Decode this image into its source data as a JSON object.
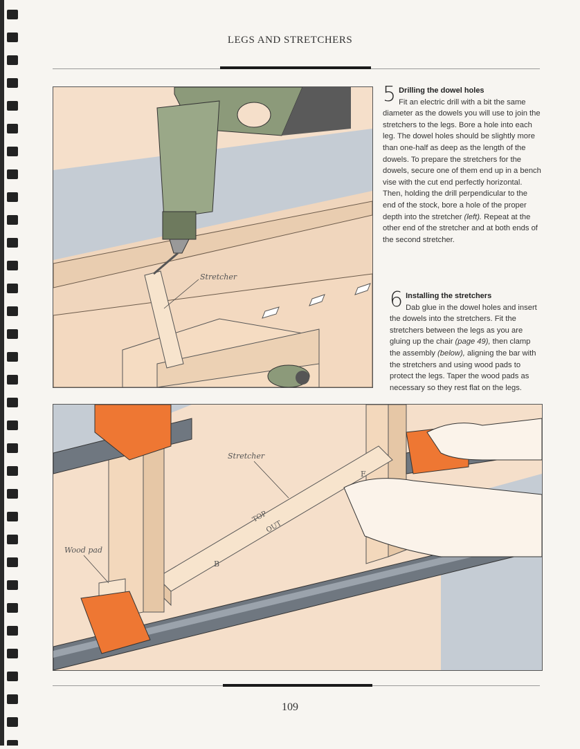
{
  "header": {
    "title": "LEGS AND STRETCHERS"
  },
  "steps": [
    {
      "number": "5",
      "title": "Drilling the dowel holes",
      "text_1": "Fit an electric drill with a bit the same diameter as the dowels you will use to join the stretchers to the legs. Bore a hole into each leg. The dowel holes should be slightly more than one-half as deep as the length of the dowels. To prepare the stretchers for the dowels, secure one of them end up in a bench vise with the cut end perfectly horizontal. Then, holding the drill perpendicular to the end of the stock, bore a hole of the proper depth into the stretcher",
      "ref": "(left).",
      "text_2": "Repeat at the other end of the stretcher and at both ends of the second stretcher."
    },
    {
      "number": "6",
      "title": "Installing the stretchers",
      "text_1": "Dab glue in the dowel holes and insert the dowels into the stretchers. Fit the stretchers between the legs as you are gluing up the chair",
      "ref_1": "(page 49),",
      "text_2": "then clamp the assembly",
      "ref_2": "(below),",
      "text_3": "aligning the bar with the stretchers and using wood pads to protect the legs. Taper the wood pads as necessary so they rest flat on the legs."
    }
  ],
  "figures": {
    "top": {
      "labels": {
        "stretcher": "Stretcher"
      }
    },
    "bottom": {
      "labels": {
        "stretcher": "Stretcher",
        "wood_pad": "Wood pad"
      },
      "wood_marks": {
        "top": "TOP",
        "out": "OUT",
        "b": "B",
        "f": "F"
      }
    }
  },
  "footer": {
    "page_number": "109"
  },
  "colors": {
    "wood": "#f5dfca",
    "wood_dark": "#e6c7a6",
    "clamp": "#ee7733",
    "drill": "#8c9a7a",
    "sky": "#c5ccd4"
  }
}
